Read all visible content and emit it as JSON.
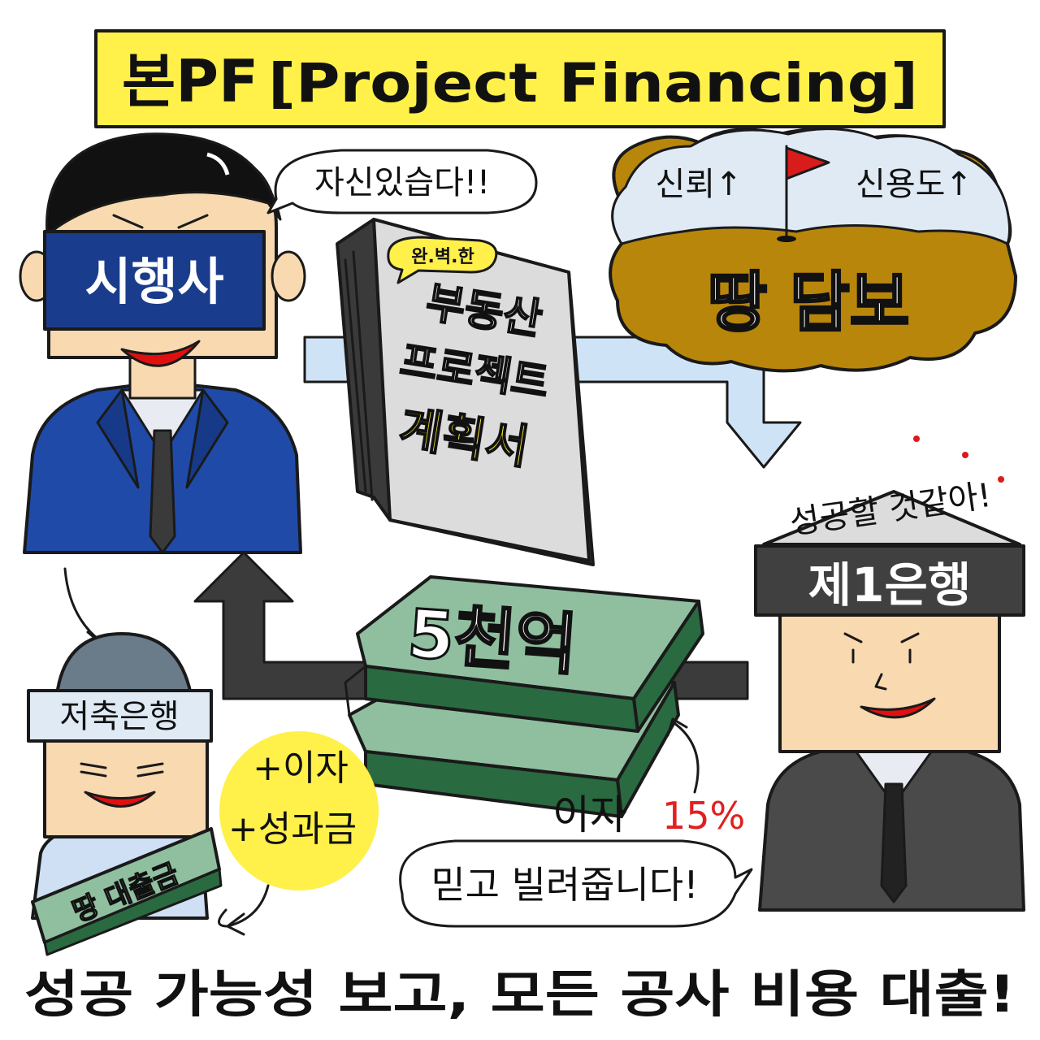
{
  "title": {
    "prefix": "본PF",
    "text": "[Project Financing]"
  },
  "developer": {
    "label": "시행사",
    "speech": "자신있습다!!"
  },
  "plan_book": {
    "tag": "완.벽.한",
    "line1": "부동산",
    "line2": "프로젝트",
    "line3": "계획서"
  },
  "collateral": {
    "trust": "신뢰↑",
    "credit": "신용도↑",
    "land": "땅 담보"
  },
  "bank1": {
    "label": "제1은행",
    "thought": "성공할 것같아!",
    "speech": "믿고 빌려줍니다!"
  },
  "money": {
    "amount": "5천억"
  },
  "interest": {
    "label": "이자",
    "rate": "15%"
  },
  "savings_bank": {
    "label": "저축은행",
    "sign": "땅 대출금"
  },
  "bonus": {
    "line1": "+이자",
    "line2": "+성과금"
  },
  "caption": "성공 가능성 보고, 모든 공사 비용 대출!",
  "colors": {
    "title_bg": "#fff04a",
    "mask_blue": "#1a3c8c",
    "suit_blue": "#1f4aa8",
    "skin": "#f8d9b0",
    "lips": "#e01010",
    "soil": "#b8860b",
    "arrow_blue": "#cfe3f7",
    "arrow_dark": "#3b3b3b",
    "money_green": "#8fbf9f",
    "money_dark": "#2a6a40",
    "bank_gray": "#404040",
    "suit_gray": "#4a4a4a",
    "bonus_yellow": "#fff04a",
    "interest_red": "#e02020"
  }
}
